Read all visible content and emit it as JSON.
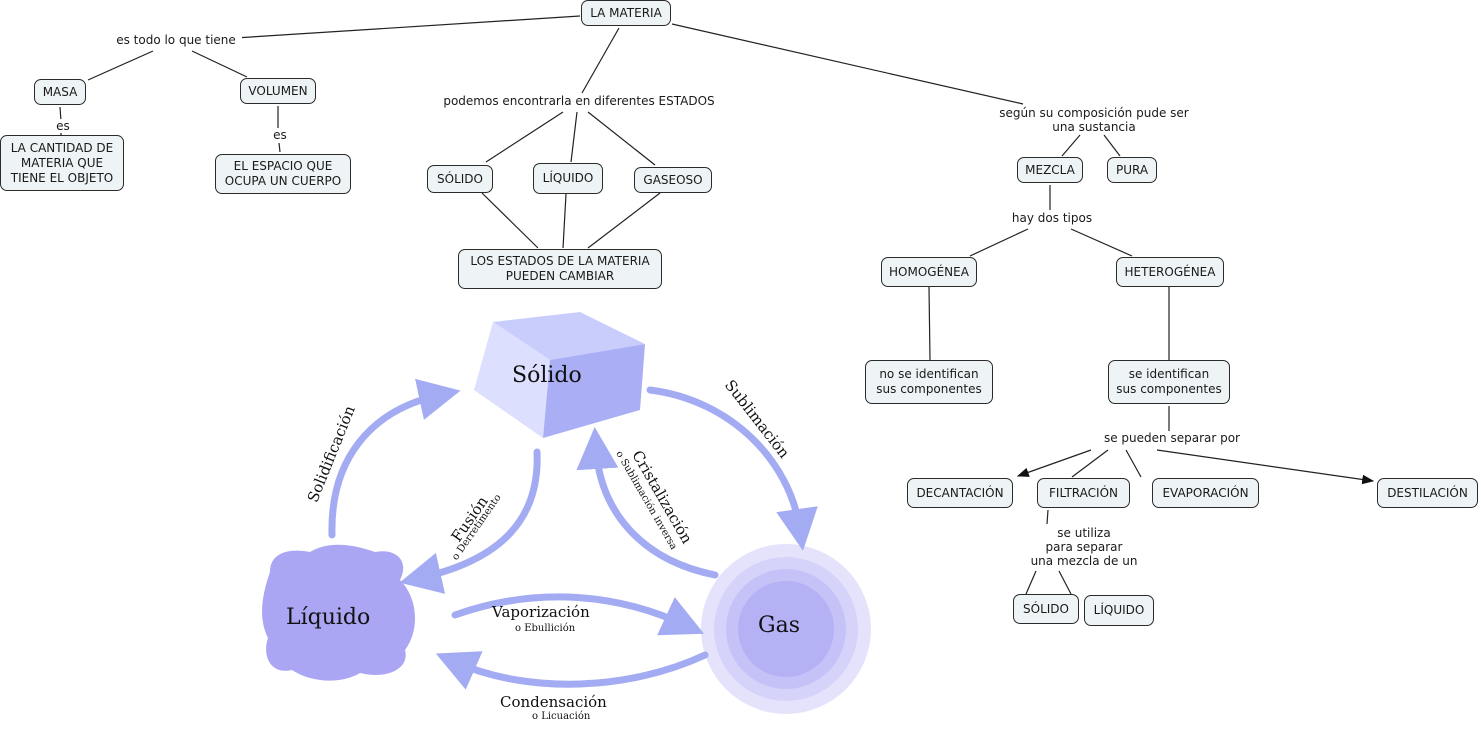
{
  "map": {
    "root": "LA MATERIA",
    "nodes": {
      "masa": "MASA",
      "volumen": "VOLUMEN",
      "masa_def": "LA CANTIDAD DE\nMATERIA QUE\nTIENE EL OBJETO",
      "volumen_def": "EL ESPACIO QUE\nOCUPA UN CUERPO",
      "solido": "SÓLIDO",
      "liquido": "LÍQUIDO",
      "gaseoso": "GASEOSO",
      "cambian": "LOS ESTADOS DE LA MATERIA\nPUEDEN CAMBIAR",
      "mezcla": "MEZCLA",
      "pura": "PURA",
      "homogenea": "HOMOGÉNEA",
      "heterogenea": "HETEROGÉNEA",
      "homo_def": "no se identifican\nsus componentes",
      "hetero_def": "se identifican\nsus componentes",
      "decantacion": "DECANTACIÓN",
      "filtracion": "FILTRACIÓN",
      "evaporacion": "EVAPORACIÓN",
      "destilacion": "DESTILACIÓN",
      "solido2": "SÓLIDO",
      "liquido2": "LÍQUIDO"
    },
    "links": {
      "tiene": "es todo lo que tiene",
      "es1": "es",
      "es2": "es",
      "estados": "podemos encontrarla en diferentes ESTADOS",
      "composicion": "según su composición pude ser\nuna sustancia",
      "tipos": "hay dos tipos",
      "separar": "se pueden separar por",
      "utiliza": "se utiliza\npara separar\nuna mezcla de un"
    }
  },
  "image": {
    "states": {
      "solid": "Sólido",
      "liquid": "Líquido",
      "gas": "Gas"
    },
    "processes": {
      "solidificacion": "Solidificación",
      "fusion": "Fusión",
      "fusion_sub": "o Derretimento",
      "sublimacion": "Sublimación",
      "cristalizacion": "Cristalización",
      "cristalizacion_sub": "o Sublimación inversa",
      "vaporizacion": "Vaporización",
      "vaporizacion_sub": "o Ebullición",
      "condensacion": "Condensación",
      "condensacion_sub": "o Licuación"
    },
    "colors": {
      "arrow": "#a3acf2",
      "cube_top": "#c9cdfb",
      "cube_front": "#dcdffd",
      "cube_side": "#a9aef5",
      "liquid": "#aaa6f3",
      "gas": "#b5b1f5"
    }
  }
}
